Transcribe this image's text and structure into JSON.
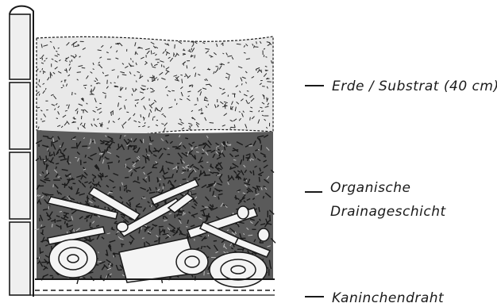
{
  "diagram": {
    "layers": [
      {
        "id": "soil",
        "label": "Erde / Substrat (40 cm)",
        "lines": [
          "Erde / Substrat (40 cm)"
        ]
      },
      {
        "id": "drainage",
        "label": "Organische Drainageschicht",
        "lines": [
          "Organische",
          "Drainageschicht"
        ]
      },
      {
        "id": "mesh",
        "label": "Kaninchendraht",
        "lines": [
          "Kaninchendraht"
        ]
      }
    ],
    "colors": {
      "ink": "#1a1a1a",
      "soil_fill": "#e9e9e9",
      "drainage_fill": "#5a5a5a",
      "board_fill": "#efefef",
      "wood_fill": "#f4f4f4"
    }
  }
}
